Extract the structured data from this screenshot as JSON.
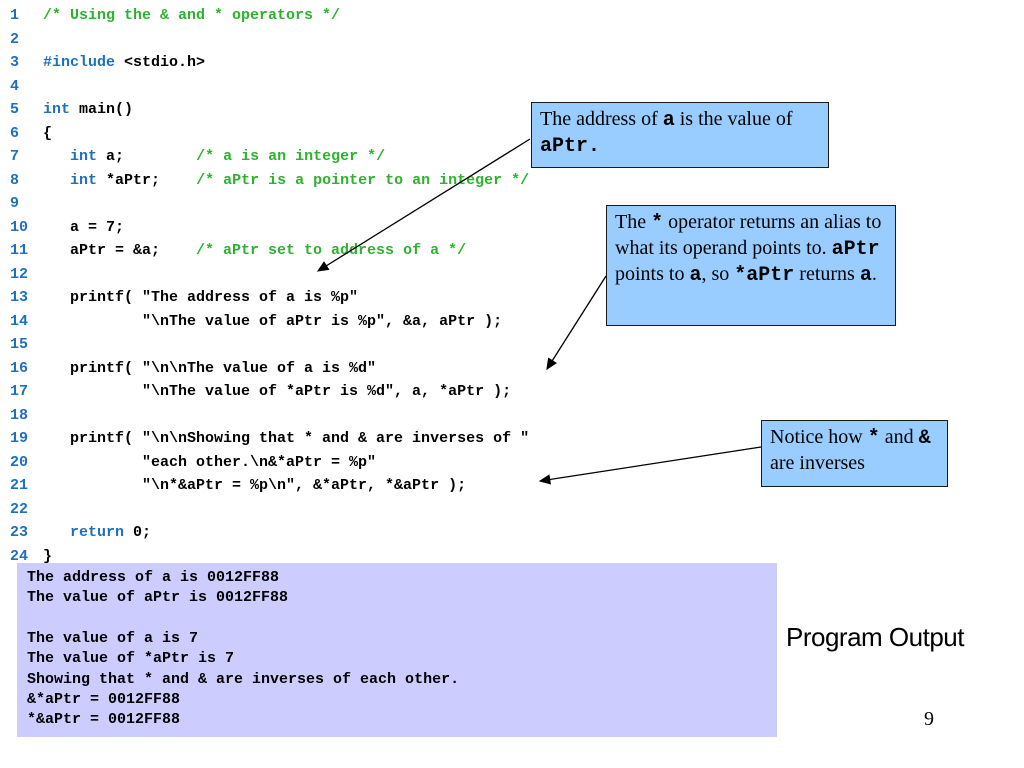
{
  "code_lines": [
    {
      "n": "1",
      "parts": [
        {
          "t": "/* Using the & and * operators */",
          "c": "cm"
        }
      ]
    },
    {
      "n": "2",
      "parts": []
    },
    {
      "n": "3",
      "parts": [
        {
          "t": "#include",
          "c": "kw"
        },
        {
          "t": " <stdio.h>",
          "c": ""
        }
      ]
    },
    {
      "n": "4",
      "parts": []
    },
    {
      "n": "5",
      "parts": [
        {
          "t": "int",
          "c": "kw"
        },
        {
          "t": " main()",
          "c": ""
        }
      ]
    },
    {
      "n": "6",
      "parts": [
        {
          "t": "{",
          "c": ""
        }
      ]
    },
    {
      "n": "7",
      "parts": [
        {
          "t": "   ",
          "c": ""
        },
        {
          "t": "int",
          "c": "kw"
        },
        {
          "t": " a;        ",
          "c": ""
        },
        {
          "t": "/* a is an integer */",
          "c": "cm"
        }
      ]
    },
    {
      "n": "8",
      "parts": [
        {
          "t": "   ",
          "c": ""
        },
        {
          "t": "int",
          "c": "kw"
        },
        {
          "t": " *aPtr;    ",
          "c": ""
        },
        {
          "t": "/* aPtr is a pointer to an integer */",
          "c": "cm"
        }
      ]
    },
    {
      "n": "9",
      "parts": []
    },
    {
      "n": "10",
      "parts": [
        {
          "t": "   a = 7;",
          "c": ""
        }
      ]
    },
    {
      "n": "11",
      "parts": [
        {
          "t": "   aPtr = &a;    ",
          "c": ""
        },
        {
          "t": "/* aPtr set to address of a */",
          "c": "cm"
        }
      ]
    },
    {
      "n": "12",
      "parts": []
    },
    {
      "n": "13",
      "parts": [
        {
          "t": "   printf( \"The address of a is %p\"",
          "c": ""
        }
      ]
    },
    {
      "n": "14",
      "parts": [
        {
          "t": "           \"\\nThe value of aPtr is %p\", &a, aPtr );",
          "c": ""
        }
      ]
    },
    {
      "n": "15",
      "parts": []
    },
    {
      "n": "16",
      "parts": [
        {
          "t": "   printf( \"\\n\\nThe value of a is %d\"",
          "c": ""
        }
      ]
    },
    {
      "n": "17",
      "parts": [
        {
          "t": "           \"\\nThe value of *aPtr is %d\", a, *aPtr );",
          "c": ""
        }
      ]
    },
    {
      "n": "18",
      "parts": []
    },
    {
      "n": "19",
      "parts": [
        {
          "t": "   printf( \"\\n\\nShowing that * and & are inverses of \"",
          "c": ""
        }
      ]
    },
    {
      "n": "20",
      "parts": [
        {
          "t": "           \"each other.\\n&*aPtr = %p\"",
          "c": ""
        }
      ]
    },
    {
      "n": "21",
      "parts": [
        {
          "t": "           \"\\n*&aPtr = %p\\n\", &*aPtr, *&aPtr );",
          "c": ""
        }
      ]
    },
    {
      "n": "22",
      "parts": []
    },
    {
      "n": "23",
      "parts": [
        {
          "t": "   ",
          "c": ""
        },
        {
          "t": "return",
          "c": "kw"
        },
        {
          "t": " 0;",
          "c": ""
        }
      ]
    },
    {
      "n": "24",
      "parts": [
        {
          "t": "}",
          "c": ""
        }
      ]
    }
  ],
  "callouts": {
    "c1": {
      "t1": "The address of ",
      "m1": "a",
      "t2": " is the value of ",
      "m2": "aPtr."
    },
    "c2": {
      "t1": "The ",
      "m1": "*",
      "t2": " operator returns an alias to what its operand points to.  ",
      "m2": "aPtr",
      "t3": " points to ",
      "m3": "a",
      "t4": ", so ",
      "m4": "*aPtr",
      "t5": " returns ",
      "m5": "a",
      "t6": "."
    },
    "c3": {
      "t1": "Notice how ",
      "m1": "*",
      "t2": " and ",
      "m2": "&",
      "t3": " are inverses"
    }
  },
  "output_lines": [
    "The address of a is 0012FF88",
    "The value of aPtr is 0012FF88",
    "",
    "The value of a is 7",
    "The value of *aPtr is 7",
    "Showing that * and & are inverses of each other.",
    "&*aPtr = 0012FF88",
    "*&aPtr = 0012FF88"
  ],
  "program_output_label": "Program Output",
  "slide_number": "9",
  "colors": {
    "keyword": "#1f6fbf",
    "comment": "#2fb12f",
    "callout_bg": "#99ccff",
    "output_bg": "#ccccff"
  }
}
